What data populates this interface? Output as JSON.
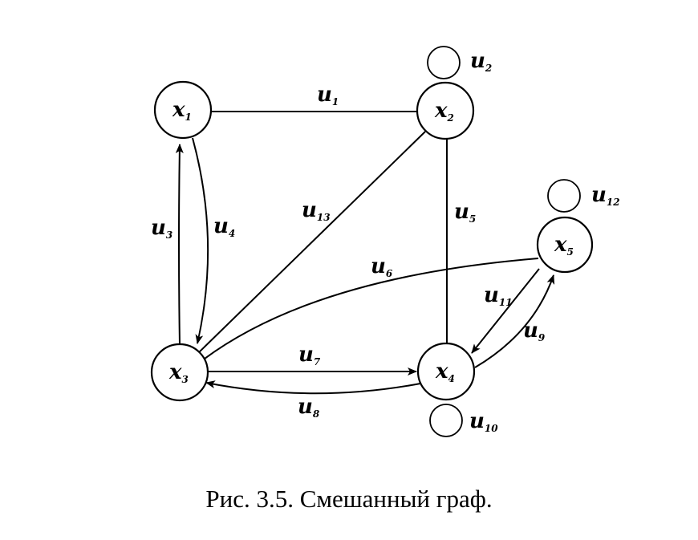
{
  "caption": "Рис. 3.5. Смешанный граф.",
  "nodes": [
    {
      "id": "x1",
      "main": "x",
      "sub": "1"
    },
    {
      "id": "x2",
      "main": "x",
      "sub": "2"
    },
    {
      "id": "x3",
      "main": "x",
      "sub": "3"
    },
    {
      "id": "x4",
      "main": "x",
      "sub": "4"
    },
    {
      "id": "x5",
      "main": "x",
      "sub": "5"
    }
  ],
  "edges": [
    {
      "id": "u1",
      "main": "u",
      "sub": "1",
      "from": "x1",
      "to": "x2",
      "directed": false
    },
    {
      "id": "u2",
      "main": "u",
      "sub": "2",
      "from": "x2",
      "to": "x2",
      "directed": false,
      "loop": true
    },
    {
      "id": "u3",
      "main": "u",
      "sub": "3",
      "from": "x3",
      "to": "x1",
      "directed": true
    },
    {
      "id": "u4",
      "main": "u",
      "sub": "4",
      "from": "x1",
      "to": "x3",
      "directed": true
    },
    {
      "id": "u5",
      "main": "u",
      "sub": "5",
      "from": "x2",
      "to": "x4",
      "directed": false
    },
    {
      "id": "u6",
      "main": "u",
      "sub": "6",
      "from": "x3",
      "to": "x5",
      "directed": false
    },
    {
      "id": "u7",
      "main": "u",
      "sub": "7",
      "from": "x3",
      "to": "x4",
      "directed": true
    },
    {
      "id": "u8",
      "main": "u",
      "sub": "8",
      "from": "x4",
      "to": "x3",
      "directed": true
    },
    {
      "id": "u9",
      "main": "u",
      "sub": "9",
      "from": "x4",
      "to": "x5",
      "directed": true
    },
    {
      "id": "u10",
      "main": "u",
      "sub": "10",
      "from": "x4",
      "to": "x4",
      "directed": false,
      "loop": true
    },
    {
      "id": "u11",
      "main": "u",
      "sub": "11",
      "from": "x5",
      "to": "x4",
      "directed": true
    },
    {
      "id": "u12",
      "main": "u",
      "sub": "12",
      "from": "x5",
      "to": "x5",
      "directed": false,
      "loop": true
    },
    {
      "id": "u13",
      "main": "u",
      "sub": "13",
      "from": "x2",
      "to": "x3",
      "directed": false
    }
  ]
}
